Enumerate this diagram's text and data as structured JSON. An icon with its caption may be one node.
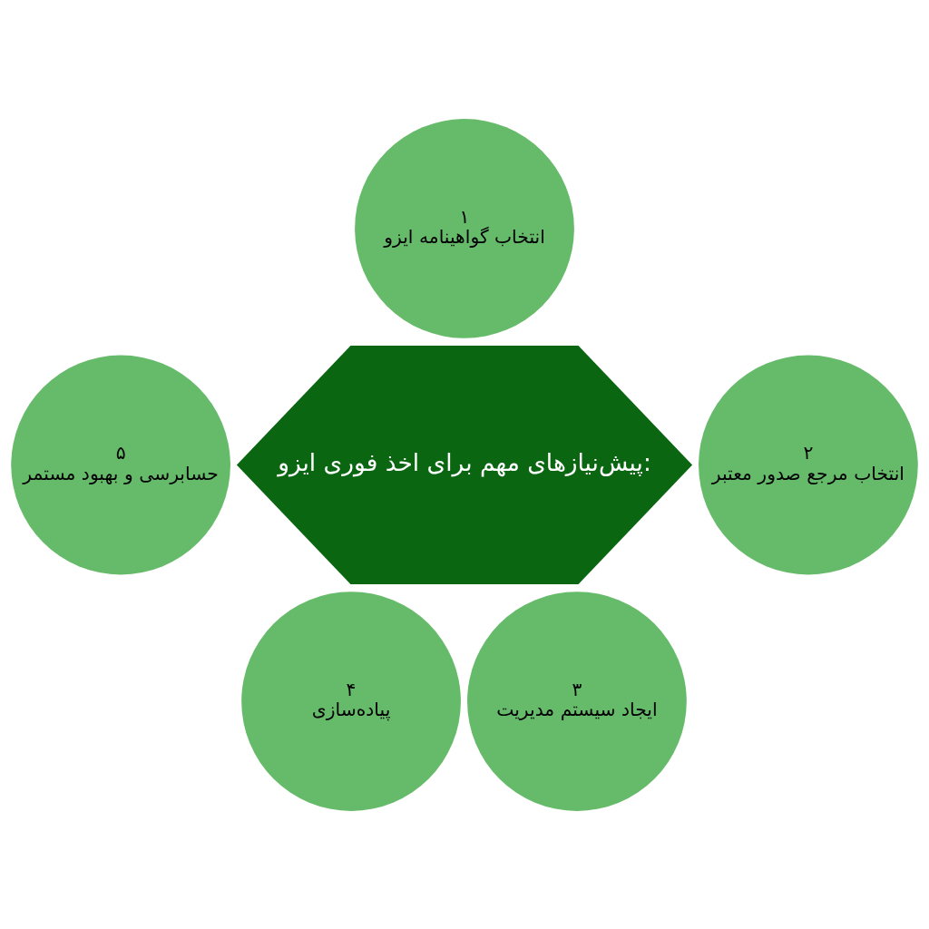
{
  "diagram": {
    "nodes": [
      {
        "text": [
          "پیش‌نیازهای مهم برای اخذ فوری ایزو:"
        ]
      },
      {
        "text": [
          "۱",
          "انتخاب گواهینامه ایزو"
        ]
      },
      {
        "text": [
          "۲",
          "انتخاب مرجع صدور معتبر"
        ]
      },
      {
        "text": [
          "۳",
          "ایجاد سیستم مدیریت"
        ]
      },
      {
        "text": [
          "۴",
          "پیاده‌سازی"
        ]
      },
      {
        "text": [
          "۵",
          "حسابرسی و بهبود مستمر"
        ]
      }
    ]
  }
}
